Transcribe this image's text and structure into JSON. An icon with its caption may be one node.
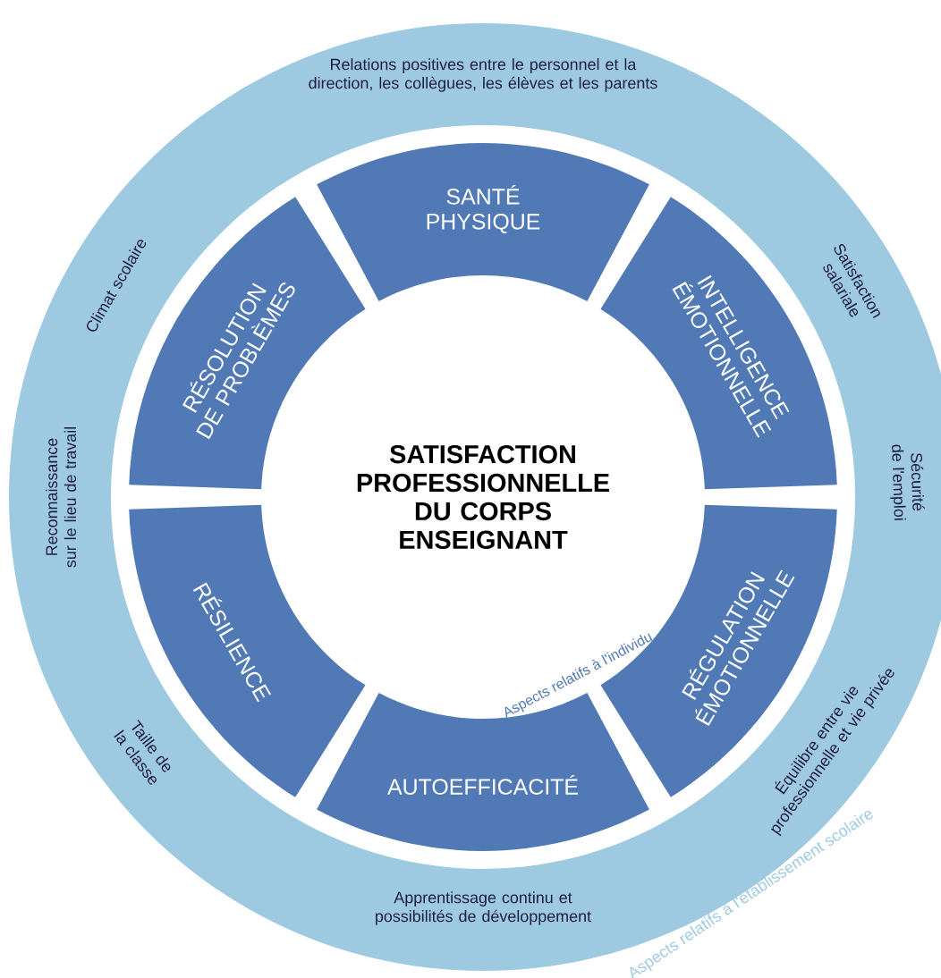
{
  "diagram": {
    "nodes": [
      {
        "text": [
          "SANTÉ PHYSIQUE"
        ]
      },
      {
        "text": [
          "INTELLIGENCE ÉMOTIONNELLE"
        ]
      },
      {
        "text": [
          "RÉGULATION ÉMOTIONNELLE"
        ]
      },
      {
        "text": [
          "AUTOEFFICACITÉ"
        ]
      },
      {
        "text": [
          "RÉSILIENCE"
        ]
      },
      {
        "text": [
          "RÉSOLUTION DE PROBLÈMES"
        ]
      }
    ],
    "edges": [],
    "labels": [
      "Relations positives entre le personnel et la direction, les collègues, les élèves et les parents",
      "Satisfaction salariale",
      "Sécurité de l'emploi",
      "Équilibre entre vie professionnelle et vie privée",
      "Apprentissage continu et possibilités de développement",
      "Taille de la classe",
      "Reconnaissance sur le lieu de travail",
      "Climat scolaire",
      "Aspects relatifs à l'établissement scolaire",
      "SATISFACTION PROFESSIONNELLE DU CORPS ENSEIGNANT",
      "Aspects relatifs à l'individu"
    ]
  }
}
